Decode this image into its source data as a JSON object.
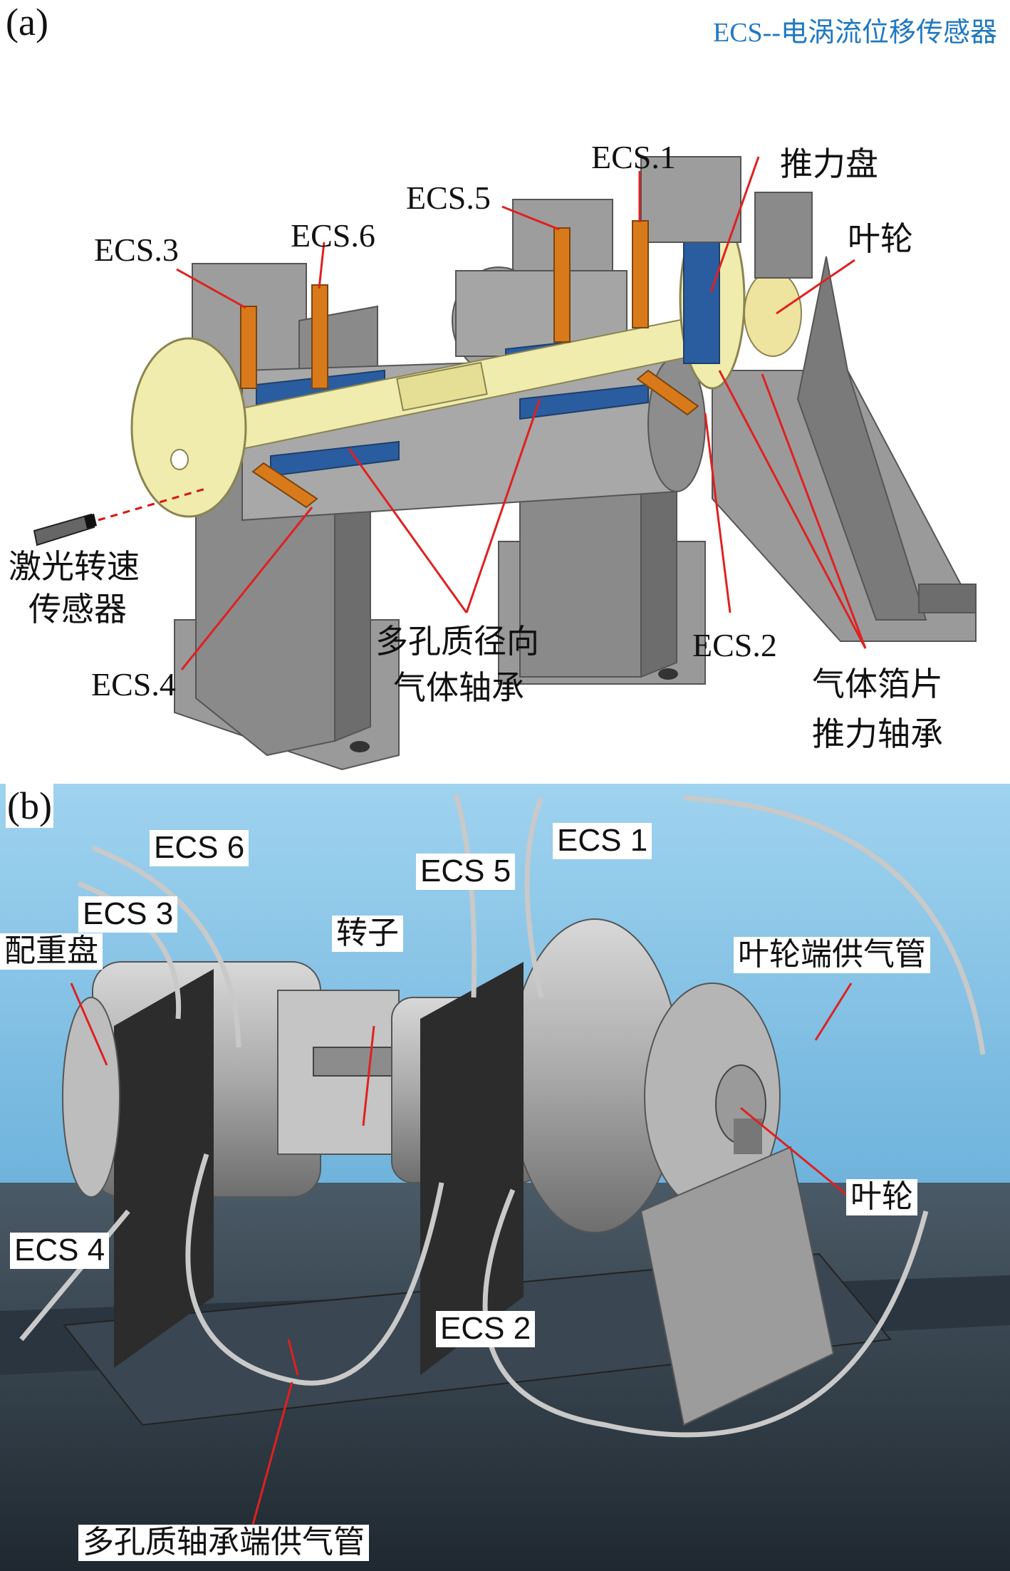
{
  "panel_a": {
    "letter": "(a)",
    "legend": "ECS--电涡流位移传感器",
    "labels": {
      "ecs1": "ECS.1",
      "ecs2": "ECS.2",
      "ecs3": "ECS.3",
      "ecs4": "ECS.4",
      "ecs5": "ECS.5",
      "ecs6": "ECS.6",
      "thrust_disk": "推力盘",
      "impeller": "叶轮",
      "laser_line1": "激光转速",
      "laser_line2": "传感器",
      "porous_line1": "多孔质径向",
      "porous_line2": "气体轴承",
      "foil_line1": "气体箔片",
      "foil_line2": "推力轴承"
    }
  },
  "panel_b": {
    "letter": "(b)",
    "labels": {
      "ecs1": "ECS 1",
      "ecs2": "ECS 2",
      "ecs3": "ECS 3",
      "ecs4": "ECS 4",
      "ecs5": "ECS 5",
      "ecs6": "ECS 6",
      "counterweight": "配重盘",
      "rotor": "转子",
      "impeller_pipe": "叶轮端供气管",
      "impeller": "叶轮",
      "porous_pipe": "多孔质轴承端供气管"
    }
  },
  "colors": {
    "sensor": "#d97a1a",
    "bearing": "#2a5d9f",
    "rotor": "#f0ecae",
    "frame": "#8e8e8e",
    "arrow": "#e02020",
    "legend": "#1f78c1",
    "photo_bg": "#8fcbea"
  }
}
